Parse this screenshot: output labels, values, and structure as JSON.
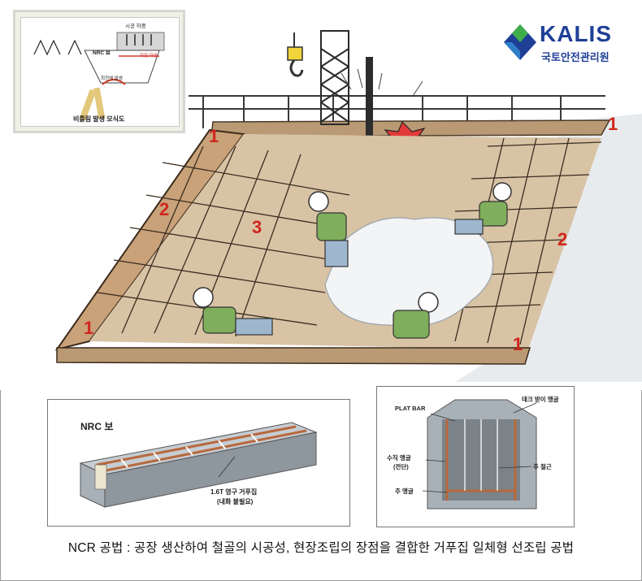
{
  "inset": {
    "top_label": "시공 하중",
    "beam_label": "NRC 보",
    "fall_label": "회전에 발생",
    "caption": "비틀림 발생 모식도",
    "arrow_label": "회전 하중"
  },
  "logo": {
    "brand": "KALIS",
    "subtitle": "국토안전관리원"
  },
  "markers": [
    "1",
    "1",
    "2",
    "3",
    "2",
    "1",
    "1"
  ],
  "nrc_panel": {
    "title": "NRC 보",
    "form_label_line1": "1.6T 영구 거푸집",
    "form_label_line2": "(내화 불필요)"
  },
  "section_panel": {
    "plat_bar": "PLAT BAR",
    "deck_angle": "데크 받이 앵글",
    "vertical_angle_line1": "수직 앵글",
    "vertical_angle_line2": "(전단)",
    "main_rebar": "주 철근",
    "main_angle": "주 앵글"
  },
  "caption": "NCR 공법 : 공장 생산하여 철골의 시공성, 현장조립의 장점을 결합한 거푸집 일체형 선조립 공법",
  "colors": {
    "logo_blue": "#1f3f97",
    "logo_green": "#3fae49",
    "marker_red": "#d0261d",
    "steel": "#8e969e",
    "rust": "#b8683c"
  }
}
